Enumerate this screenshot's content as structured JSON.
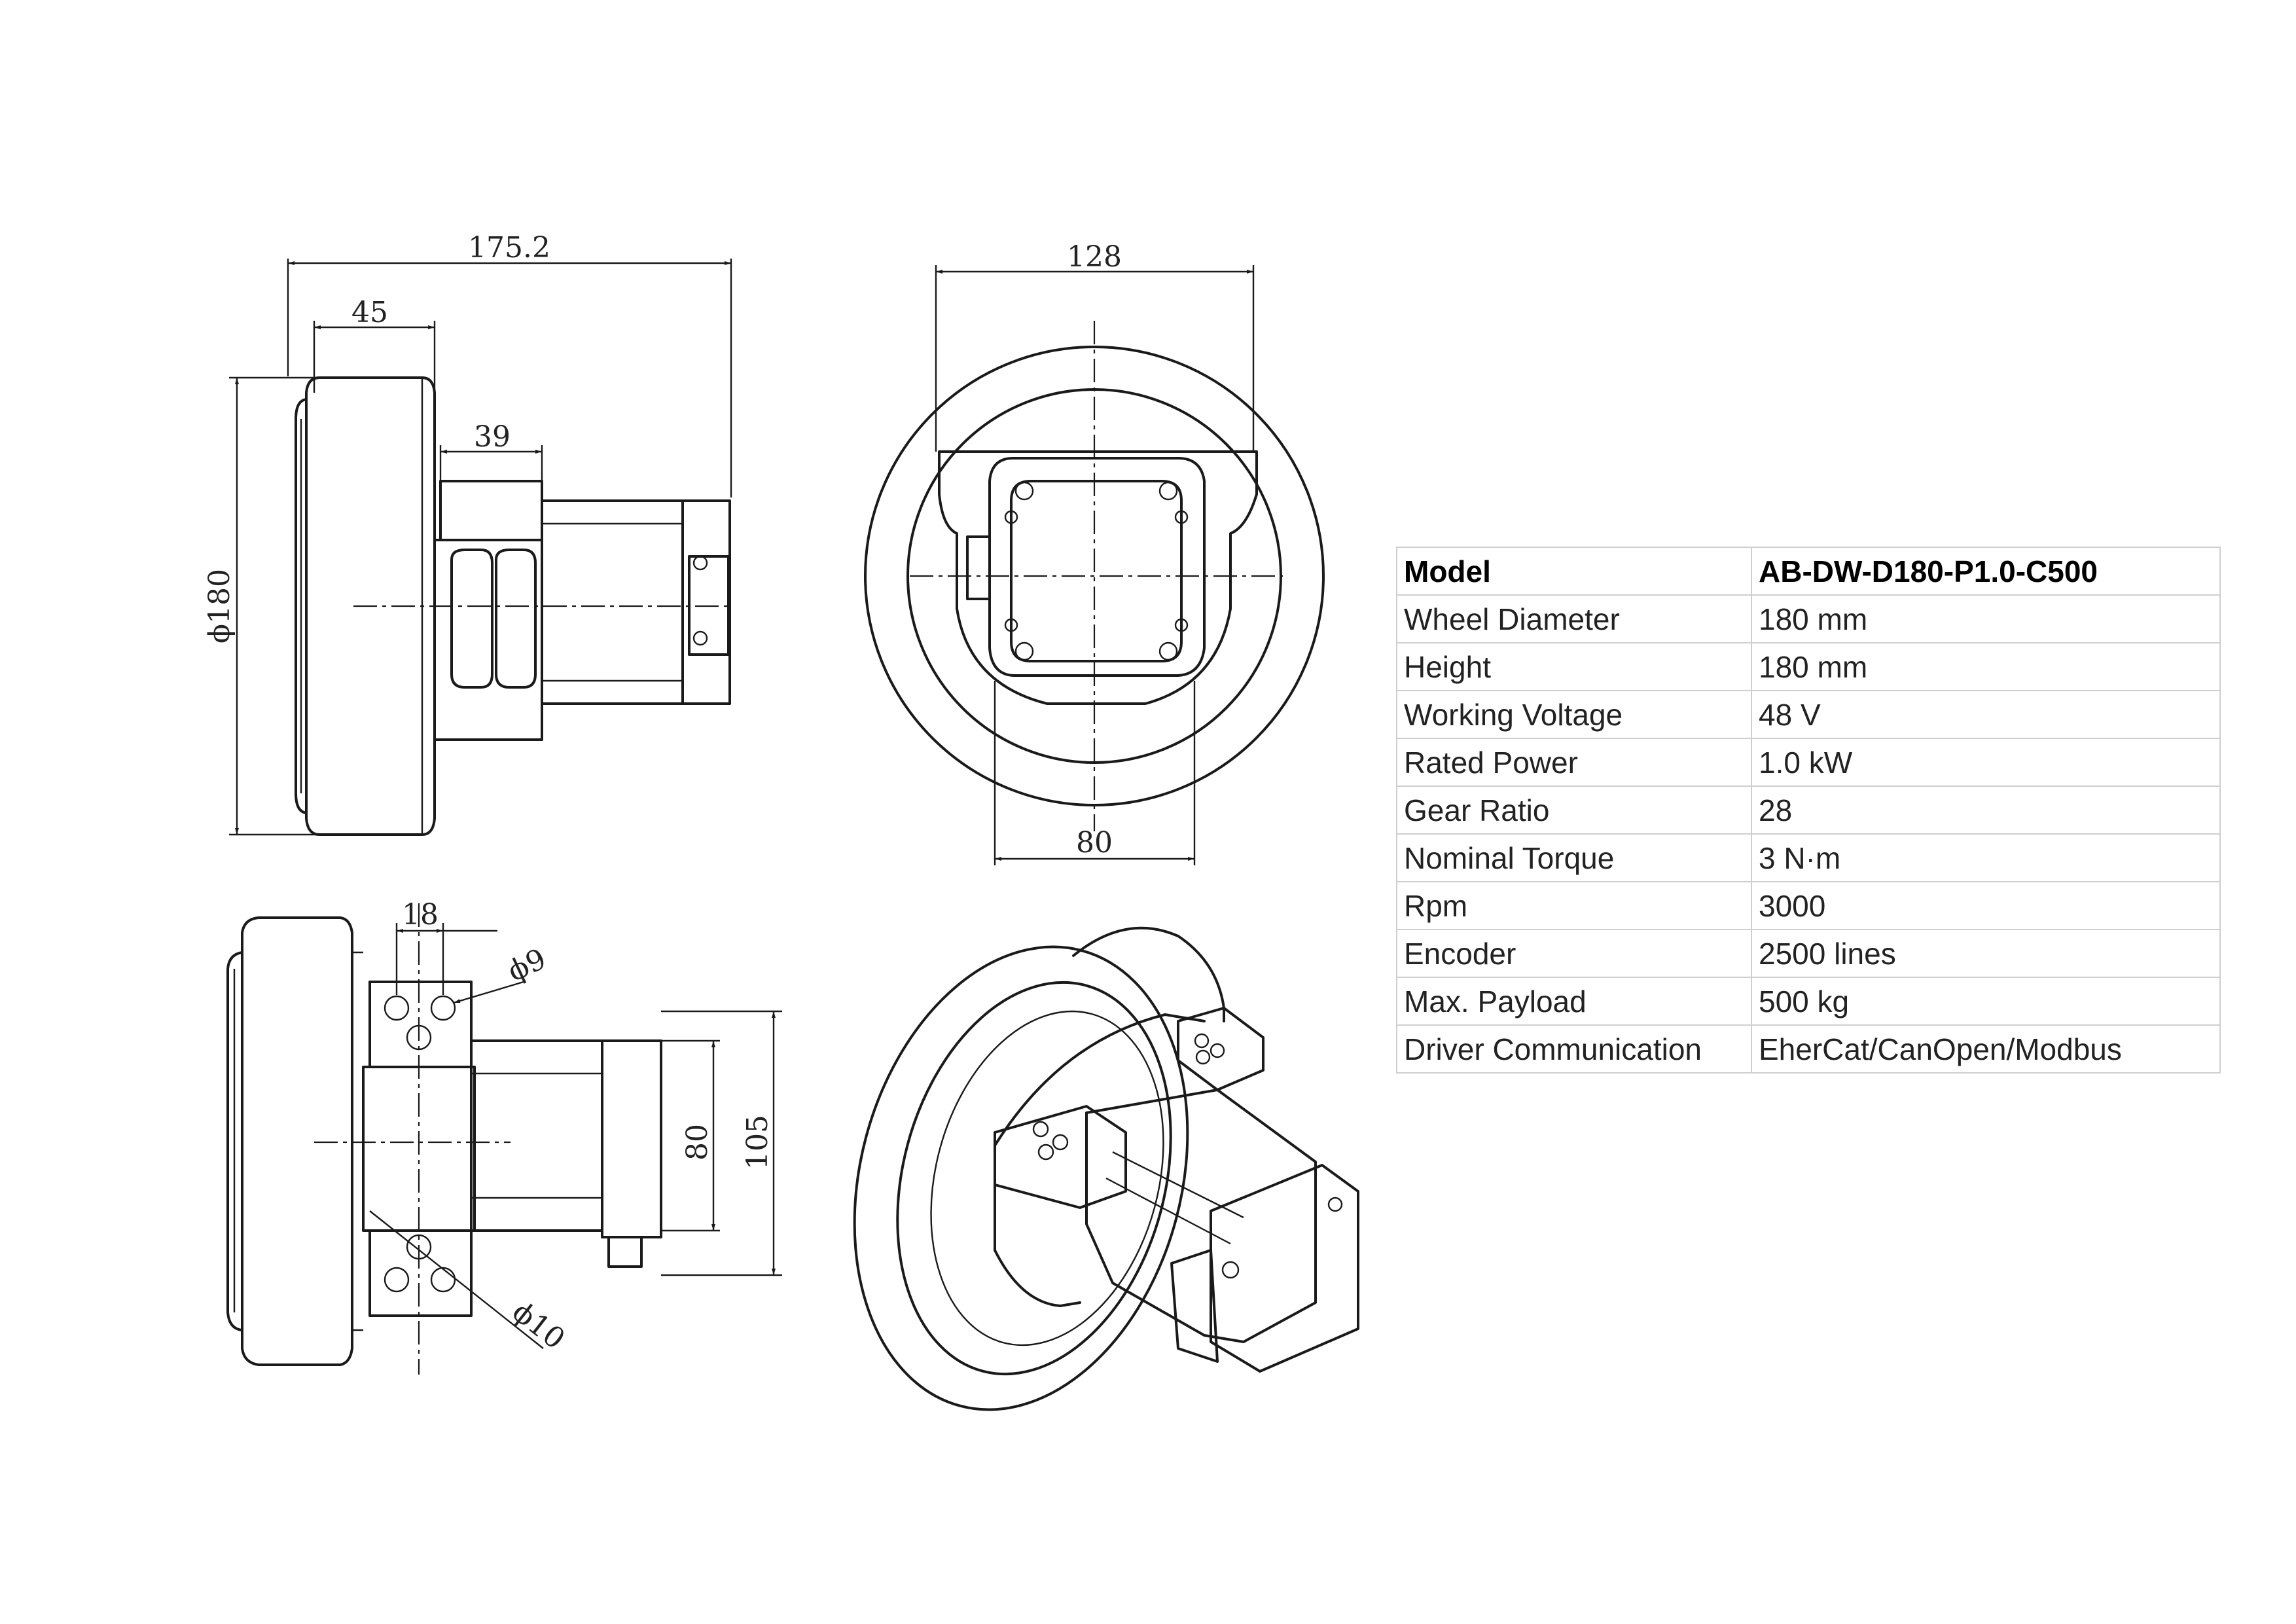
{
  "dimensions": {
    "side_width": "175.2",
    "wheel_width": "45",
    "bracket_width": "39",
    "wheel_diameter": "ϕ180",
    "front_width": "128",
    "front_bottom": "80",
    "top_spacing": "18",
    "hole_small": "ϕ9",
    "hole_large": "ϕ10",
    "motor_80": "80",
    "height_105": "105"
  },
  "spec_table": {
    "rows": [
      {
        "label": "Model",
        "value": "AB-DW-D180-P1.0-C500"
      },
      {
        "label": "Wheel Diameter",
        "value": "180 mm"
      },
      {
        "label": "Height",
        "value": "180 mm"
      },
      {
        "label": "Working Voltage",
        "value": "48 V"
      },
      {
        "label": "Rated Power",
        "value": "1.0 kW"
      },
      {
        "label": "Gear Ratio",
        "value": "28"
      },
      {
        "label": "Nominal Torque",
        "value": "3 N·m"
      },
      {
        "label": "Rpm",
        "value": "3000"
      },
      {
        "label": "Encoder",
        "value": "2500 lines"
      },
      {
        "label": "Max. Payload",
        "value": "500 kg"
      },
      {
        "label": "Driver Communication",
        "value": "EherCat/CanOpen/Modbus"
      }
    ]
  }
}
